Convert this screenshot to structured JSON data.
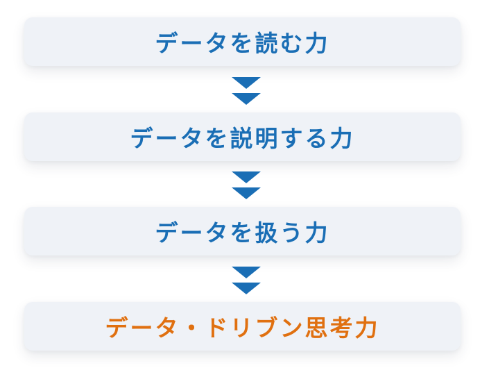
{
  "steps": [
    {
      "label": "データを読む力"
    },
    {
      "label": "データを説明する力"
    },
    {
      "label": "データを扱う力"
    },
    {
      "label": "データ・ドリブン思考力"
    }
  ],
  "arrows": [
    {
      "icon": "double-chevron-down-icon"
    },
    {
      "icon": "double-chevron-down-icon"
    },
    {
      "icon": "double-chevron-down-icon"
    }
  ],
  "colors": {
    "box_bg": "#eff2f7",
    "text_primary": "#1a6eb5",
    "text_final": "#e07010",
    "arrow": "#1a6eb5"
  }
}
